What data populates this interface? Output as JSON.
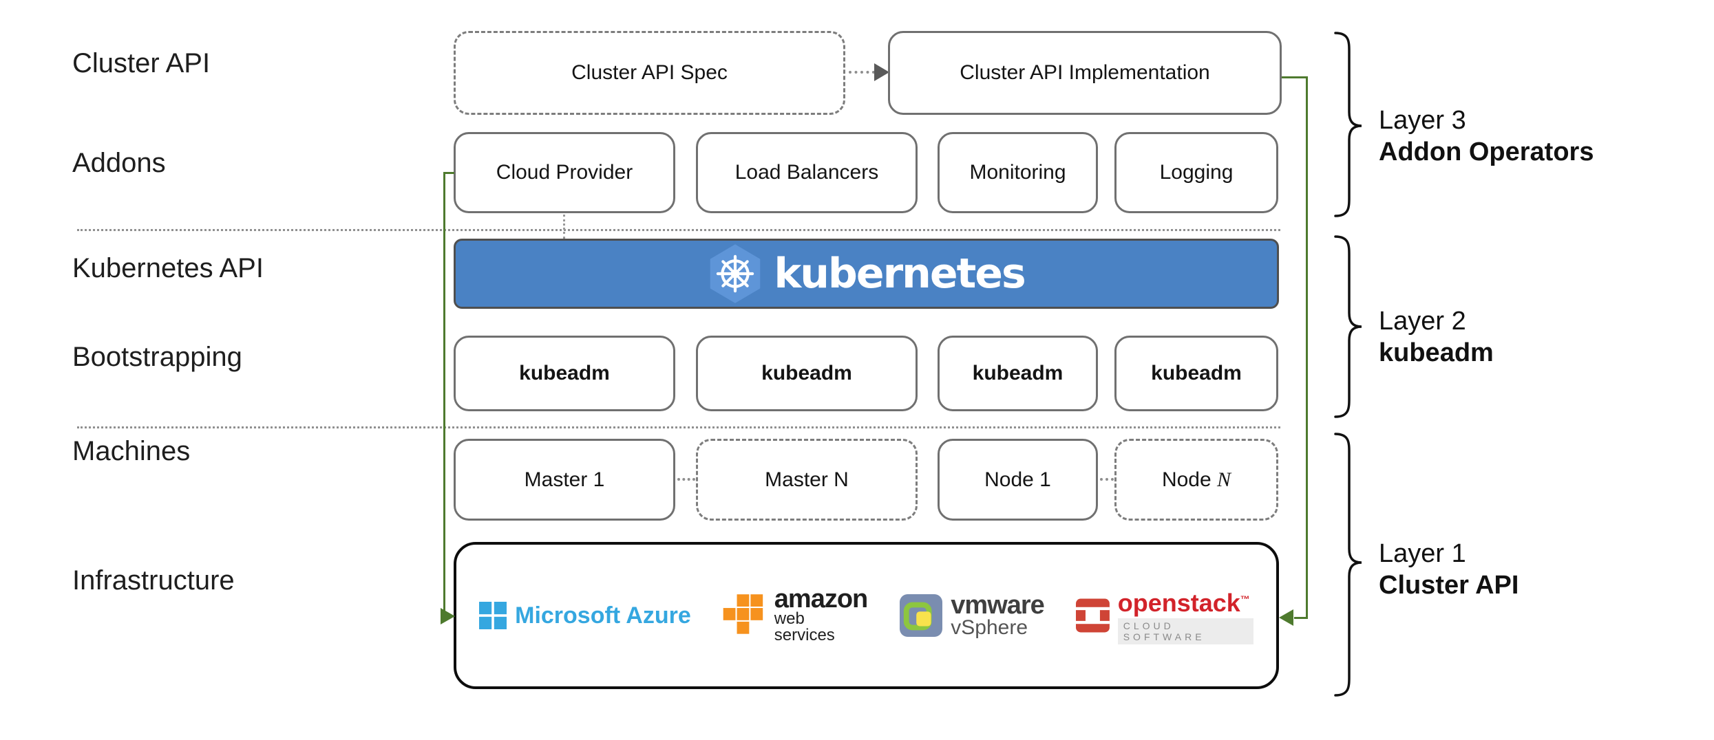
{
  "palette": {
    "green": "#4e7a2e",
    "banner_blue": "#4a82c4",
    "hexagon_blue": "#5e95d8",
    "border_gray": "#707070",
    "azure_blue": "#35a7e0",
    "aws_orange": "#f6921e",
    "openstack_red": "#d2232a",
    "raspberry_crimson": "#c0224c",
    "leaf_green": "#7db32a"
  },
  "row_labels": [
    {
      "id": "cluster-api",
      "label": "Cluster API"
    },
    {
      "id": "addons",
      "label": "Addons"
    },
    {
      "id": "kubernetes-api",
      "label": "Kubernetes API"
    },
    {
      "id": "bootstrapping",
      "label": "Bootstrapping"
    },
    {
      "id": "machines",
      "label": "Machines"
    },
    {
      "id": "infrastructure",
      "label": "Infrastructure"
    }
  ],
  "cluster_api_row": {
    "spec_label": "Cluster API Spec",
    "implementation_label": "Cluster API Implementation"
  },
  "addons_row": {
    "boxes": [
      "Cloud Provider",
      "Load Balancers",
      "Monitoring",
      "Logging"
    ]
  },
  "kubernetes_banner": {
    "wordmark": "kubernetes"
  },
  "bootstrapping_row": {
    "boxes": [
      "kubeadm",
      "kubeadm",
      "kubeadm",
      "kubeadm"
    ]
  },
  "machines_row": {
    "boxes": [
      "Master 1",
      "Master N",
      "Node 1",
      "Node N"
    ]
  },
  "infrastructure_row": {
    "providers": [
      {
        "name": "google-cloud-platform"
      },
      {
        "name": "microsoft-azure",
        "text": "Microsoft Azure"
      },
      {
        "name": "amazon-web-services",
        "text": "amazon",
        "subtext": "web services"
      },
      {
        "name": "vmware-vsphere",
        "text": "vmware",
        "subtext": "vSphere"
      },
      {
        "name": "openstack",
        "text": "openstack",
        "subtext": "CLOUD SOFTWARE"
      },
      {
        "name": "raspberry-pi"
      }
    ]
  },
  "layers": [
    {
      "title": "Layer 3",
      "subtitle": "Addon Operators"
    },
    {
      "title": "Layer 2",
      "subtitle": "kubeadm"
    },
    {
      "title": "Layer 1",
      "subtitle": "Cluster API"
    }
  ]
}
